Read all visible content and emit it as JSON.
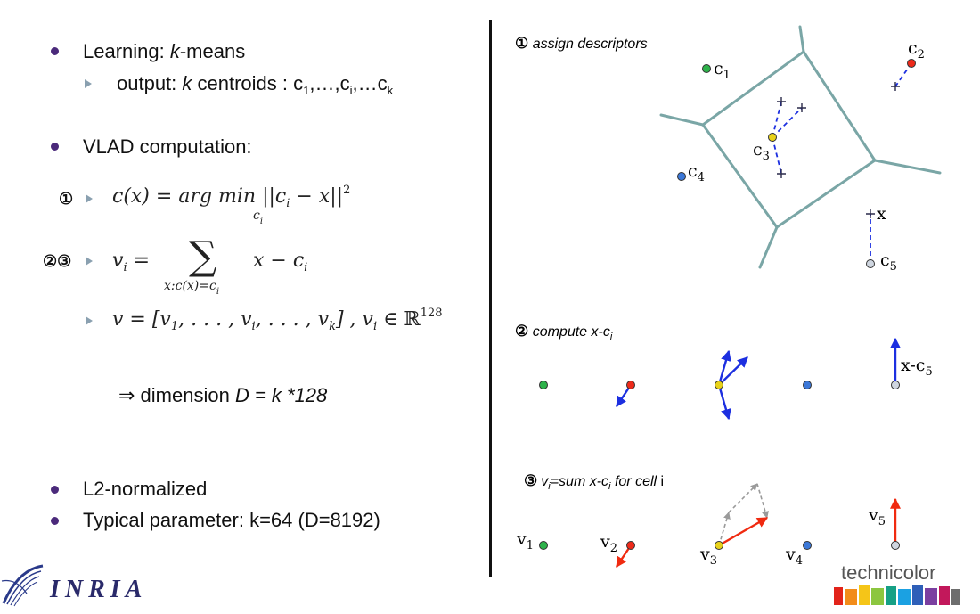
{
  "left": {
    "learning": {
      "prefix": "Learning: ",
      "k": "k",
      "suffix": "-means"
    },
    "output": {
      "prefix": "output: ",
      "k": "k",
      "mid": " centroids : c",
      "s1": "1",
      "t1": ",…,c",
      "si": "i",
      "t2": ",…c",
      "sk": "k"
    },
    "vlad_title": "VLAD computation:",
    "step1_marker": "①",
    "step23_marker": "②③",
    "eq1": {
      "lhs": "c(x) = arg min ||c",
      "ci": "i",
      "rest": " − x||",
      "sq": "2",
      "under": "c",
      "under_i": "i"
    },
    "eq2": {
      "lhs": "v",
      "li": "i",
      "eq": " = ",
      "sum": "∑",
      "body": "x − c",
      "bi": "i",
      "under": "x:c(x)=c",
      "under_i": "i"
    },
    "eq3": {
      "a": "v = [v",
      "a1": "1",
      "b": ", . . . , v",
      "bi": "i",
      "c": ", . . . , v",
      "ck": "k",
      "d": "] ,  v",
      "di": "i",
      "e": " ∈ ℝ",
      "dim": "128"
    },
    "dimension": {
      "arrow": "⇒ ",
      "text": "dimension ",
      "D": "D",
      "eqk": " = k *128"
    },
    "l2": "L2-normalized",
    "typical": "Typical parameter: k=64 (D=8192)"
  },
  "right": {
    "step1": {
      "num": "①",
      "text": " assign descriptors"
    },
    "step2": {
      "num": "②",
      "text": " compute x-c",
      "sub": "i"
    },
    "step3": {
      "num": "③",
      "v": "v",
      "vi": "i",
      "mid": "=sum x-c",
      "ci": "i",
      "end": " for cell ",
      "i": "i"
    },
    "labels": {
      "c1": "c",
      "c1s": "1",
      "c2": "c",
      "c2s": "2",
      "c3": "c",
      "c3s": "3",
      "c4": "c",
      "c4s": "4",
      "c5": "c",
      "c5s": "5",
      "x": "x",
      "xc5": "x-c",
      "xc5s": "5",
      "v1": "v",
      "v1s": "1",
      "v2": "v",
      "v2s": "2",
      "v3": "v",
      "v3s": "3",
      "v4": "v",
      "v4s": "4",
      "v5": "v",
      "v5s": "5"
    }
  },
  "logos": {
    "inria": "INRIA",
    "technicolor": "technicolor"
  },
  "colors": {
    "bullet": "#4b2a7b",
    "voronoi": "#7aa6a6",
    "blue_arrow": "#1c2fe0",
    "red_arrow": "#f02a10",
    "gray_arrow": "#9a9a9a",
    "green": "#2db24a",
    "red": "#ee2a1a",
    "yellow": "#e8d21a",
    "blue": "#3c78d8",
    "lightgray": "#cfd6e0"
  }
}
